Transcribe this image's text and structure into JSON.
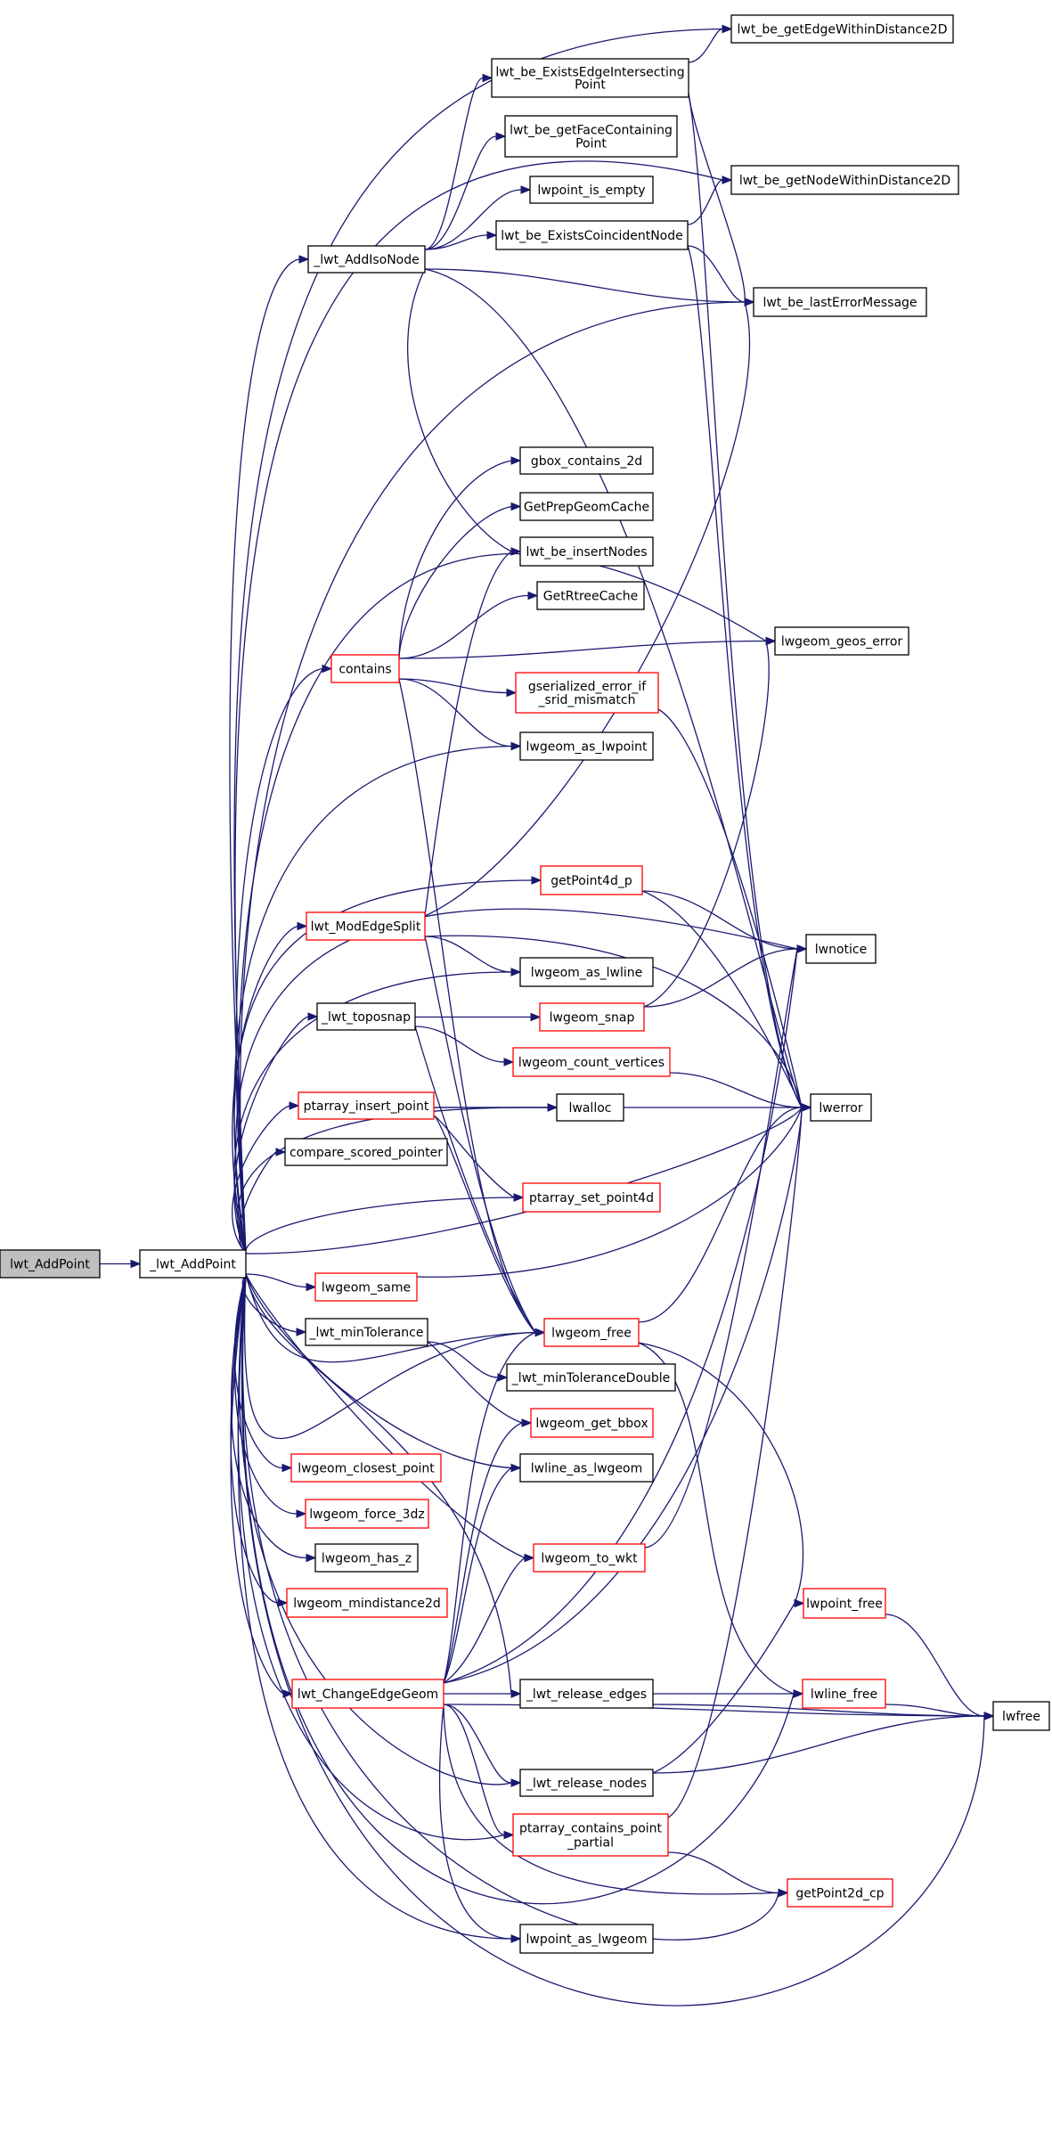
{
  "diagram": {
    "nodes": {
      "lwt_AddPoint": {
        "label": [
          "lwt_AddPoint"
        ],
        "style": "root"
      },
      "_lwt_AddPoint": {
        "label": [
          "_lwt_AddPoint"
        ],
        "style": "black"
      },
      "lwt_be_getEdgeWithinDistance2D": {
        "label": [
          "lwt_be_getEdgeWithinDistance2D"
        ],
        "style": "black"
      },
      "lwt_be_ExistsEdgeIntersectingPoint": {
        "label": [
          "lwt_be_ExistsEdgeIntersecting",
          "Point"
        ],
        "style": "black"
      },
      "lwt_be_getFaceContainingPoint": {
        "label": [
          "lwt_be_getFaceContaining",
          "Point"
        ],
        "style": "black"
      },
      "lwt_be_getNodeWithinDistance2D": {
        "label": [
          "lwt_be_getNodeWithinDistance2D"
        ],
        "style": "black"
      },
      "lwpoint_is_empty": {
        "label": [
          "lwpoint_is_empty"
        ],
        "style": "black"
      },
      "_lwt_AddIsoNode": {
        "label": [
          "_lwt_AddIsoNode"
        ],
        "style": "black"
      },
      "lwt_be_ExistsCoincidentNode": {
        "label": [
          "lwt_be_ExistsCoincidentNode"
        ],
        "style": "black"
      },
      "lwt_be_lastErrorMessage": {
        "label": [
          "lwt_be_lastErrorMessage"
        ],
        "style": "black"
      },
      "gbox_contains_2d": {
        "label": [
          "gbox_contains_2d"
        ],
        "style": "black"
      },
      "GetPrepGeomCache": {
        "label": [
          "GetPrepGeomCache"
        ],
        "style": "black"
      },
      "lwt_be_insertNodes": {
        "label": [
          "lwt_be_insertNodes"
        ],
        "style": "black"
      },
      "GetRtreeCache": {
        "label": [
          "GetRtreeCache"
        ],
        "style": "black"
      },
      "lwgeom_geos_error": {
        "label": [
          "lwgeom_geos_error"
        ],
        "style": "black"
      },
      "contains": {
        "label": [
          "contains"
        ],
        "style": "red"
      },
      "gserialized_error_if_srid_mismatch": {
        "label": [
          "gserialized_error_if",
          "_srid_mismatch"
        ],
        "style": "red"
      },
      "lwgeom_as_lwpoint": {
        "label": [
          "lwgeom_as_lwpoint"
        ],
        "style": "black"
      },
      "getPoint4d_p": {
        "label": [
          "getPoint4d_p"
        ],
        "style": "red"
      },
      "lwt_ModEdgeSplit": {
        "label": [
          "lwt_ModEdgeSplit"
        ],
        "style": "red"
      },
      "lwnotice": {
        "label": [
          "lwnotice"
        ],
        "style": "black"
      },
      "lwgeom_as_lwline": {
        "label": [
          "lwgeom_as_lwline"
        ],
        "style": "black"
      },
      "_lwt_toposnap": {
        "label": [
          "_lwt_toposnap"
        ],
        "style": "black"
      },
      "lwgeom_snap": {
        "label": [
          "lwgeom_snap"
        ],
        "style": "red"
      },
      "lwgeom_count_vertices": {
        "label": [
          "lwgeom_count_vertices"
        ],
        "style": "red"
      },
      "ptarray_insert_point": {
        "label": [
          "ptarray_insert_point"
        ],
        "style": "red"
      },
      "lwalloc": {
        "label": [
          "lwalloc"
        ],
        "style": "black"
      },
      "lwerror": {
        "label": [
          "lwerror"
        ],
        "style": "black"
      },
      "compare_scored_pointer": {
        "label": [
          "compare_scored_pointer"
        ],
        "style": "black"
      },
      "ptarray_set_point4d": {
        "label": [
          "ptarray_set_point4d"
        ],
        "style": "red"
      },
      "lwgeom_same": {
        "label": [
          "lwgeom_same"
        ],
        "style": "red"
      },
      "_lwt_minTolerance": {
        "label": [
          "_lwt_minTolerance"
        ],
        "style": "black"
      },
      "lwgeom_free": {
        "label": [
          "lwgeom_free"
        ],
        "style": "red"
      },
      "_lwt_minToleranceDouble": {
        "label": [
          "_lwt_minToleranceDouble"
        ],
        "style": "black"
      },
      "lwgeom_get_bbox": {
        "label": [
          "lwgeom_get_bbox"
        ],
        "style": "red"
      },
      "lwgeom_closest_point": {
        "label": [
          "lwgeom_closest_point"
        ],
        "style": "red"
      },
      "lwline_as_lwgeom": {
        "label": [
          "lwline_as_lwgeom"
        ],
        "style": "black"
      },
      "lwgeom_force_3dz": {
        "label": [
          "lwgeom_force_3dz"
        ],
        "style": "red"
      },
      "lwgeom_has_z": {
        "label": [
          "lwgeom_has_z"
        ],
        "style": "black"
      },
      "lwgeom_to_wkt": {
        "label": [
          "lwgeom_to_wkt"
        ],
        "style": "red"
      },
      "lwgeom_mindistance2d": {
        "label": [
          "lwgeom_mindistance2d"
        ],
        "style": "red"
      },
      "lwpoint_free": {
        "label": [
          "lwpoint_free"
        ],
        "style": "red"
      },
      "lwt_ChangeEdgeGeom": {
        "label": [
          "lwt_ChangeEdgeGeom"
        ],
        "style": "red"
      },
      "_lwt_release_edges": {
        "label": [
          "_lwt_release_edges"
        ],
        "style": "black"
      },
      "lwline_free": {
        "label": [
          "lwline_free"
        ],
        "style": "red"
      },
      "lwfree": {
        "label": [
          "lwfree"
        ],
        "style": "black"
      },
      "_lwt_release_nodes": {
        "label": [
          "_lwt_release_nodes"
        ],
        "style": "black"
      },
      "ptarray_contains_point_partial": {
        "label": [
          "ptarray_contains_point",
          "_partial"
        ],
        "style": "red"
      },
      "getPoint2d_cp": {
        "label": [
          "getPoint2d_cp"
        ],
        "style": "red"
      },
      "lwpoint_as_lwgeom": {
        "label": [
          "lwpoint_as_lwgeom"
        ],
        "style": "black"
      }
    },
    "colors": {
      "edge": "#191970",
      "node_border": "#000000",
      "node_border_red": "#ff0000",
      "root_fill": "#bfbfbf"
    }
  }
}
